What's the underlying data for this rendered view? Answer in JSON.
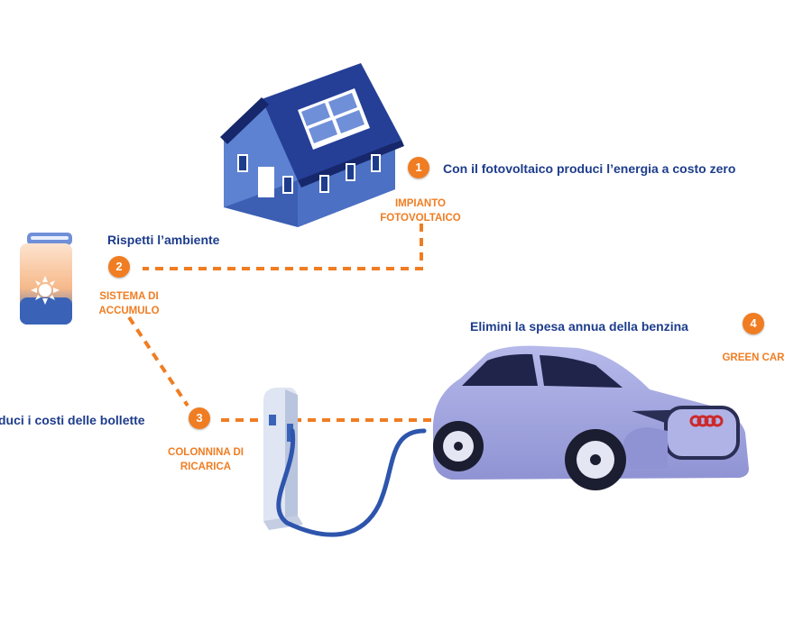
{
  "colors": {
    "brand_blue": "#1d3c8c",
    "accent_orange": "#f07d22",
    "house_wall": "#4a6fc1",
    "car_body": "#a0a4dd"
  },
  "steps": [
    {
      "number": "1",
      "headline": "Con il fotovoltaico produci l’energia a costo zero",
      "tag_line1": "IMPIANTO",
      "tag_line2": "FOTOVOLTAICO",
      "icon": "solar-house-icon"
    },
    {
      "number": "2",
      "headline": "Rispetti l’ambiente",
      "tag_line1": "SISTEMA DI",
      "tag_line2": "ACCUMULO",
      "icon": "battery-storage-icon"
    },
    {
      "number": "3",
      "headline": "duci i costi delle bollette",
      "tag_line1": "COLONNINA DI",
      "tag_line2": "RICARICA",
      "icon": "charging-station-icon"
    },
    {
      "number": "4",
      "headline": "Elimini la spesa annua della benzina",
      "tag_line1": "GREEN CAR",
      "icon": "electric-car-icon"
    }
  ]
}
